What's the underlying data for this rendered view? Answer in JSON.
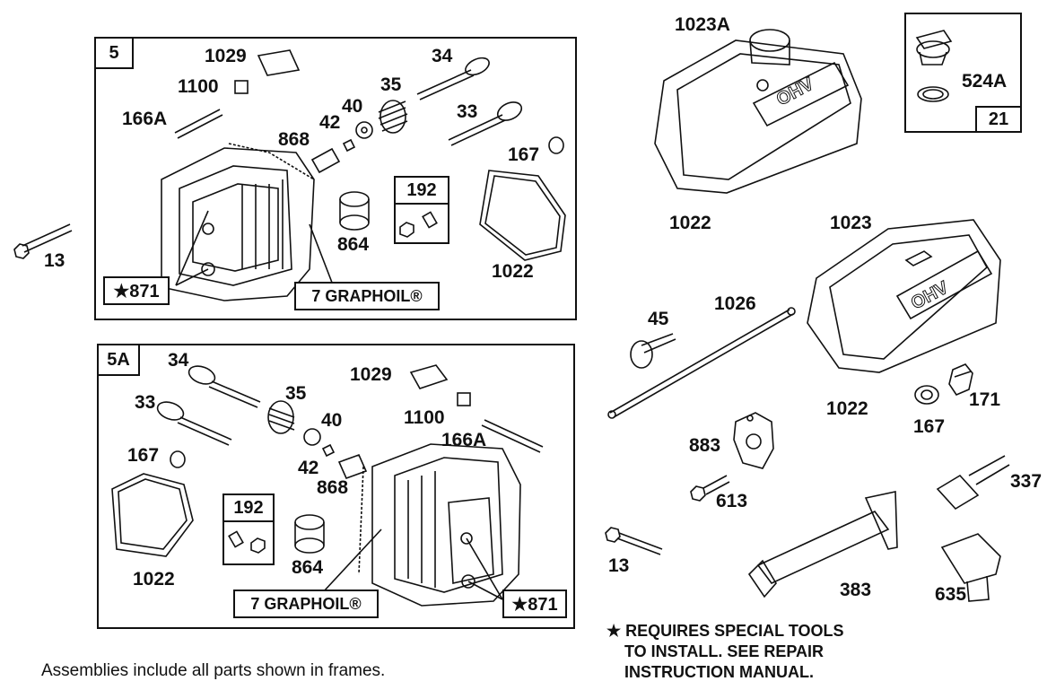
{
  "frame_5": {
    "number": "5",
    "labels": {
      "p1029": "1029",
      "p1100": "1100",
      "p166a": "166A",
      "p34": "34",
      "p35": "35",
      "p40": "40",
      "p42": "42",
      "p868": "868",
      "p33": "33",
      "p167": "167",
      "p192": "192",
      "p864": "864",
      "p1022": "1022",
      "p871": "★871",
      "graphoil": "7 GRAPHOIL®"
    }
  },
  "frame_5a": {
    "number": "5A",
    "labels": {
      "p34": "34",
      "p33": "33",
      "p35": "35",
      "p1029": "1029",
      "p40": "40",
      "p1100": "1100",
      "p166a": "166A",
      "p167": "167",
      "p42": "42",
      "p868": "868",
      "p1022": "1022",
      "p192": "192",
      "p864": "864",
      "graphoil": "7 GRAPHOIL®",
      "p871": "★871"
    }
  },
  "frame_21": {
    "number": "21",
    "label_524a": "524A"
  },
  "loose_parts": {
    "p13_top": "13",
    "p1023a": "1023A",
    "p1022_a": "1022",
    "p1023": "1023",
    "p1022_b": "1022",
    "p45": "45",
    "p1026": "1026",
    "p167": "167",
    "p171": "171",
    "p883": "883",
    "p613": "613",
    "p337": "337",
    "p13_bottom": "13",
    "p383": "383",
    "p635": "635"
  },
  "note": {
    "line1": "★ REQUIRES SPECIAL TOOLS",
    "line2": "TO INSTALL.  SEE REPAIR",
    "line3": "INSTRUCTION MANUAL."
  },
  "footer": "Assemblies include all parts shown in frames."
}
